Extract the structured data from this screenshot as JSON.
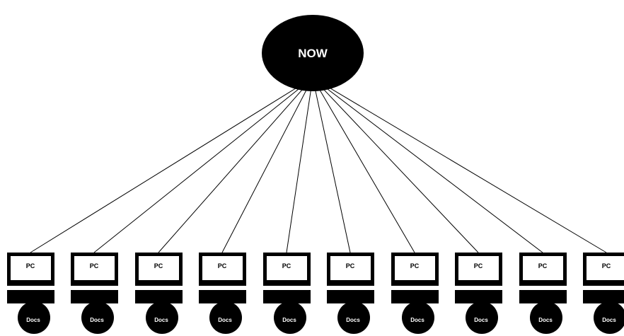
{
  "hub": {
    "label": "NOW"
  },
  "nodes": [
    {
      "pc_label": "PC",
      "docs_label": "Docs"
    },
    {
      "pc_label": "PC",
      "docs_label": "Docs"
    },
    {
      "pc_label": "PC",
      "docs_label": "Docs"
    },
    {
      "pc_label": "PC",
      "docs_label": "Docs"
    },
    {
      "pc_label": "PC",
      "docs_label": "Docs"
    },
    {
      "pc_label": "PC",
      "docs_label": "Docs"
    },
    {
      "pc_label": "PC",
      "docs_label": "Docs"
    },
    {
      "pc_label": "PC",
      "docs_label": "Docs"
    },
    {
      "pc_label": "PC",
      "docs_label": "Docs"
    },
    {
      "pc_label": "PC",
      "docs_label": "Docs"
    }
  ],
  "colors": {
    "ink": "#000000",
    "paper": "#ffffff"
  }
}
